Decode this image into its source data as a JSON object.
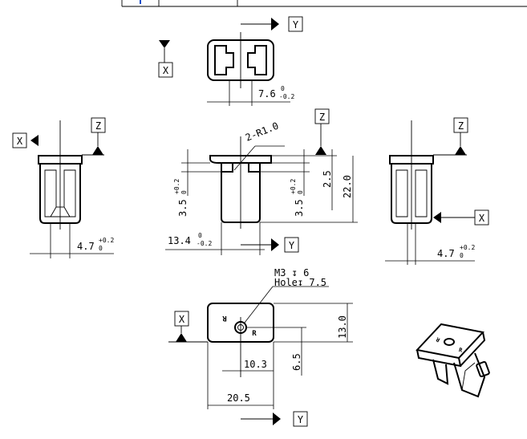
{
  "datum_labels": {
    "x": "X",
    "y": "Y",
    "z": "Z"
  },
  "dimensions": {
    "top_width": "7.6",
    "top_width_tol_upper": "0",
    "top_width_tol_lower": "-0.2",
    "radius": "2-R1.0",
    "front_slot_left": "3.5",
    "front_slot_left_tol_upper": "+0.2",
    "front_slot_left_tol_lower": "0",
    "front_slot_right": "3.5",
    "front_slot_right_tol_upper": "+0.2",
    "front_slot_right_tol_lower": "0",
    "front_top_thickness": "2.5",
    "front_height": "22.0",
    "front_width": "13.4",
    "front_width_tol_upper": "0",
    "front_width_tol_lower": "-0.2",
    "left_side_width": "4.7",
    "left_side_width_tol_upper": "+0.2",
    "left_side_width_tol_lower": "0",
    "right_side_width": "4.7",
    "right_side_width_tol_upper": "+0.2",
    "right_side_width_tol_lower": "0",
    "thread_callout": "M3 ↧ 6",
    "hole_callout": "Hole↧ 7.5",
    "bottom_height": "13.0",
    "hole_x": "10.3",
    "hole_y": "6.5",
    "bottom_width": "20.5"
  },
  "markings": {
    "r_mark": "R"
  }
}
